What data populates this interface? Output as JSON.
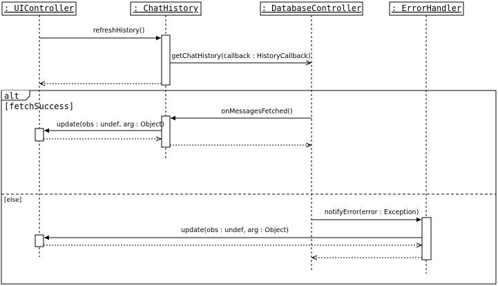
{
  "participants": [
    {
      "id": "ui",
      "name": " : UIController"
    },
    {
      "id": "ch",
      "name": " : ChatHistory"
    },
    {
      "id": "db",
      "name": " : DatabaseController"
    },
    {
      "id": "eh",
      "name": " : ErrorHandler"
    }
  ],
  "messages": {
    "refresh": "refreshHistory()",
    "get_history": "getChatHistory(callback : HistoryCallback)",
    "on_fetched": "onMessagesFetched()",
    "update_success": "update(obs : undef, arg : Object)",
    "notify_error": "notifyError(error : Exception)",
    "update_error": "update(obs : undef, arg : Object)"
  },
  "fragment": {
    "operator": "alt",
    "guard_success": "[fetchSuccess]",
    "guard_else": "[else]"
  },
  "colors": {
    "line": "#000000",
    "background": "#ffffff"
  }
}
